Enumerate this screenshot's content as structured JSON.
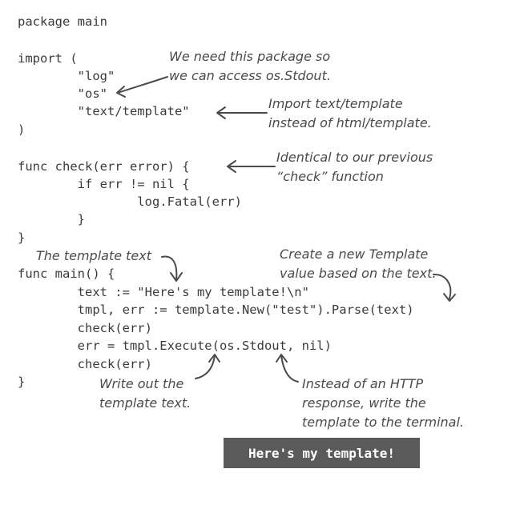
{
  "code_lines": [
    "package main",
    "import (",
    "        \"log\"",
    "        \"os\"",
    "        \"text/template\"",
    ")",
    "func check(err error) {",
    "        if err != nil {",
    "                log.Fatal(err)",
    "        }",
    "}",
    "func main() {",
    "        text := \"Here's my template!\\n\"",
    "        tmpl, err := template.New(\"test\").Parse(text)",
    "        check(err)",
    "        err = tmpl.Execute(os.Stdout, nil)",
    "        check(err)",
    "}"
  ],
  "annotations": {
    "os_package": [
      "We need this package so",
      "we can access os.Stdout."
    ],
    "text_template": [
      "Import text/template",
      "instead of html/template."
    ],
    "check_function": [
      "Identical to our previous",
      "“check” function"
    ],
    "template_text": [
      "The template text"
    ],
    "new_template": [
      "Create a new Template",
      "value based on the text."
    ],
    "write_out": [
      "Write out the",
      "template text."
    ],
    "terminal_note": [
      "Instead of an HTTP",
      "response, write the",
      "template to the terminal."
    ]
  },
  "terminal_output": "Here's my template!"
}
